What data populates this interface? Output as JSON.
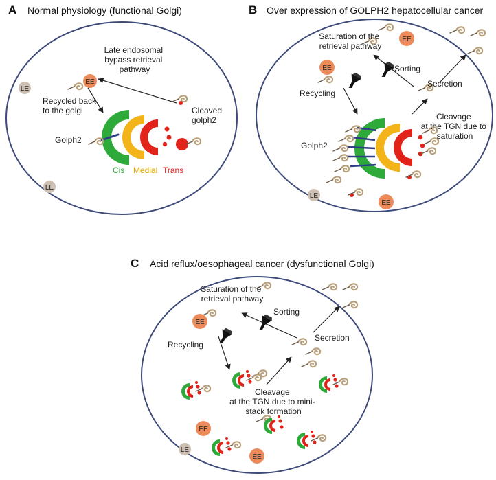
{
  "panels": {
    "a": {
      "letter": "A",
      "title": "Normal physiology (functional Golgi)",
      "late_endosomal": [
        "Late endosomal",
        "bypass retrieval",
        "pathway"
      ],
      "recycled": [
        "Recycled back",
        "to the golgi"
      ],
      "cleaved": [
        "Cleaved",
        "golph2"
      ],
      "golph2": "Golph2",
      "cis": "Cis",
      "medial": "Medial",
      "trans": "Trans",
      "ee": "EE",
      "le": "LE"
    },
    "b": {
      "letter": "B",
      "title": "Over expression of GOLPH2 hepatocellular cancer",
      "saturation": [
        "Saturation of the",
        "retrieval pathway"
      ],
      "sorting": "Sorting",
      "recycling": "Recycling",
      "secretion": "Secretion",
      "cleavage": [
        "Cleavage",
        "at the TGN due to",
        "saturation"
      ],
      "golph2": "Golph2",
      "ee": "EE",
      "le": "LE"
    },
    "c": {
      "letter": "C",
      "title": "Acid reflux/oesophageal cancer (dysfunctional Golgi)",
      "saturation": [
        "Saturation of the",
        "retrieval pathway"
      ],
      "sorting": "Sorting",
      "recycling": "Recycling",
      "secretion": "Secretion",
      "cleavage": [
        "Cleavage",
        "at the TGN due to mini-",
        "stack formation"
      ],
      "ee": "EE",
      "le": "LE"
    }
  },
  "colors": {
    "cis": "#2eaa3a",
    "medial": "#f2b418",
    "trans": "#e2231a",
    "ee": "#ec8a5a",
    "le": "#cdbfb2",
    "cell_border": "#3d4a7a",
    "protein": "#b9a07a",
    "linker": "#2f3f86"
  }
}
